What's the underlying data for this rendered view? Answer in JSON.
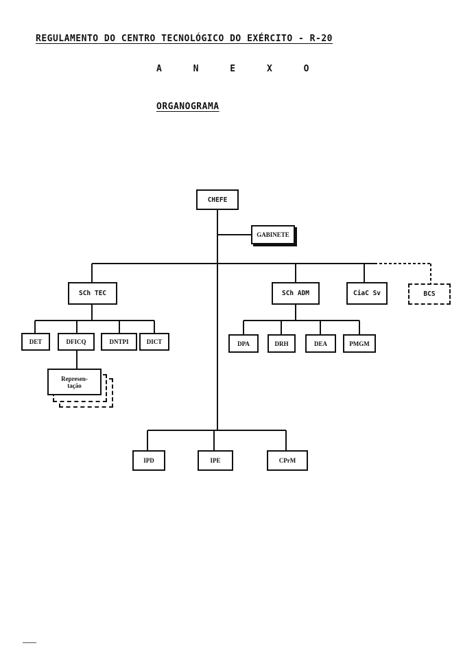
{
  "header": {
    "title": "REGULAMENTO DO CENTRO TECNOLÓGICO DO EXÉRCITO - R-20",
    "annex": "A N E X O",
    "subtitle": "ORGANOGRAMA"
  },
  "org": {
    "chefe": "CHEFE",
    "gabinete": "GABINETE",
    "sch_tec": "SCh TEC",
    "sch_adm": "SCh ADM",
    "ciac_sv": "CiaC Sv",
    "bcs": "BCS",
    "det": "DET",
    "dficq": "DFICQ",
    "dntpi": "DNTPI",
    "dict": "DICT",
    "representacao": "Represen-\ntação",
    "dpa": "DPA",
    "drh": "DRH",
    "dea": "DEA",
    "pmgm": "PMGM",
    "ipd": "IPD",
    "ipe": "IPE",
    "cprm": "CPrM"
  }
}
